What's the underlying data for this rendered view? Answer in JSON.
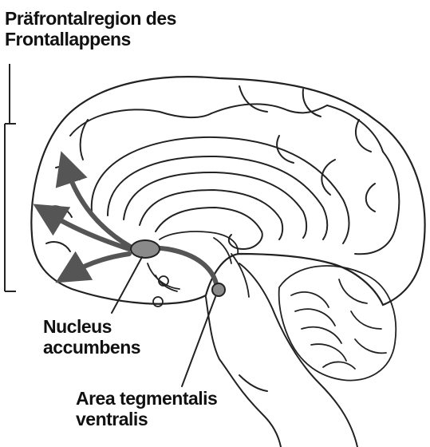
{
  "labels": {
    "prefrontal": [
      "Präfrontalregion des",
      "Frontallappens"
    ],
    "nucleus_accumbens": [
      "Nucleus",
      "accumbens"
    ],
    "vta": [
      "Area tegmentalis",
      "ventralis"
    ]
  },
  "colors": {
    "line": "#222222",
    "pathway": "#555555",
    "structure_fill": "#8a8a8a",
    "background": "#ffffff"
  }
}
